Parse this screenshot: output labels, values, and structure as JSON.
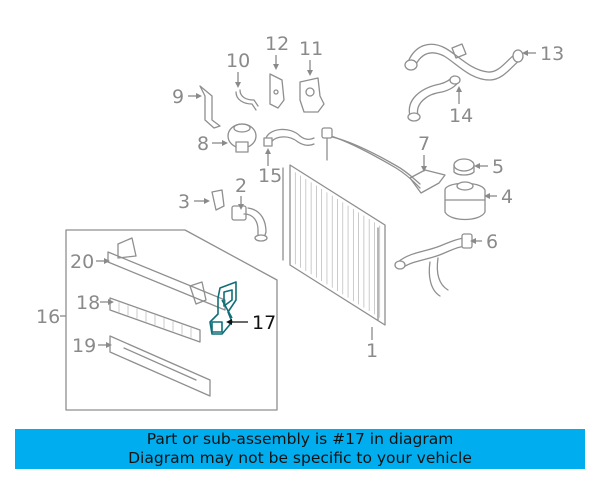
{
  "diagram": {
    "callouts": [
      "1",
      "2",
      "3",
      "4",
      "5",
      "6",
      "7",
      "8",
      "9",
      "10",
      "11",
      "12",
      "13",
      "14",
      "15",
      "16",
      "17",
      "18",
      "19",
      "20"
    ],
    "highlighted_part": "17"
  },
  "banner": {
    "line1": "Part or sub-assembly is #17 in diagram",
    "line2": "Diagram may not be specific to your vehicle",
    "background": "#00aeef"
  },
  "colors": {
    "line_art": "#8f8f8f",
    "highlight": "#0f6f78"
  }
}
